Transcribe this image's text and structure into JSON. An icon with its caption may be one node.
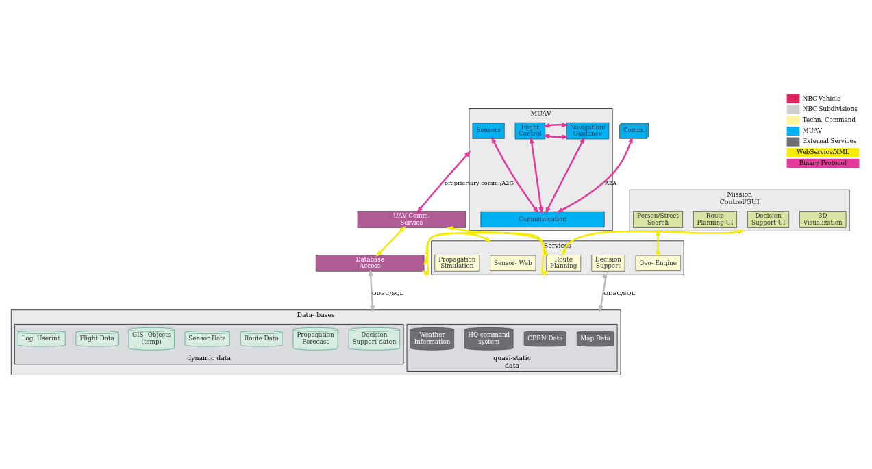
{
  "diagram": {
    "nodes": [
      {
        "text": [
          "MUAV"
        ]
      },
      {
        "text": [
          "Sensors"
        ],
        "in": 0
      },
      {
        "text": [
          "Navigation/ Guidance"
        ],
        "in": 0
      },
      {
        "text": [
          "Flight Control"
        ],
        "in": 0
      },
      {
        "text": [
          "Communication"
        ],
        "in": 0
      },
      {
        "text": [
          "Comm."
        ]
      },
      {
        "text": [
          "UAV Comm. Service"
        ]
      },
      {
        "text": [
          "Database Access"
        ]
      },
      {
        "text": [
          "Mission Control/GUI"
        ]
      },
      {
        "text": [
          "3D Visualization"
        ],
        "in": 8
      },
      {
        "text": [
          "Decision Support UI"
        ],
        "in": 8
      },
      {
        "text": [
          "Route Planning UI"
        ],
        "in": 8
      },
      {
        "text": [
          "Person/Street Search"
        ],
        "in": 8
      },
      {
        "text": [
          "Services"
        ]
      },
      {
        "text": [
          "Route Planning"
        ],
        "in": 13
      },
      {
        "text": [
          "Decision Support"
        ],
        "in": 13
      },
      {
        "text": [
          "Geo- Engine"
        ],
        "in": 13
      },
      {
        "text": [
          "Sensor- Web"
        ],
        "in": 13
      },
      {
        "text": [
          "Propagation Simulation"
        ],
        "in": 13
      },
      {
        "text": [
          "Data- bases"
        ]
      },
      {
        "text": [
          "dynamic data"
        ],
        "in": 19
      },
      {
        "text": [
          "Decision Support daten"
        ],
        "in": 20
      },
      {
        "text": [
          "Propagation Forecast"
        ],
        "in": 20
      },
      {
        "text": [
          "Route Data"
        ],
        "in": 20
      },
      {
        "text": [
          "Sensor Data"
        ],
        "in": 20
      },
      {
        "text": [
          "GIS- Objects (temp)"
        ],
        "in": 20
      },
      {
        "text": [
          "Flight Data"
        ],
        "in": 20
      },
      {
        "text": [
          "Log. Userint."
        ],
        "in": 20
      },
      {
        "text": [
          "quasi-static data"
        ],
        "in": 19
      },
      {
        "text": [
          "Map Data"
        ],
        "in": 28
      },
      {
        "text": [
          "CBRN Data"
        ],
        "in": 28
      },
      {
        "text": [
          "HQ command system"
        ],
        "in": 28
      },
      {
        "text": [
          "Weather Information"
        ],
        "in": 28
      }
    ],
    "edges": [
      {
        "from": 1,
        "to": 4,
        "arrow": "both"
      },
      {
        "from": 2,
        "to": 4,
        "arrow": "both"
      },
      {
        "from": 3,
        "to": 4,
        "arrow": "both"
      },
      {
        "from": 2,
        "to": 3,
        "arrow": "both"
      },
      {
        "from": 2,
        "to": 3,
        "arrow": "both"
      },
      {
        "from": 5,
        "to": 4,
        "arrow": "both",
        "label": "A2A"
      },
      {
        "from": 0,
        "to": 6,
        "arrow": "both",
        "label": "propriertary comm./A2G"
      },
      {
        "from": 6,
        "to": 7,
        "arrow": "both",
        "color": "#f5ec00"
      },
      {
        "from": 6,
        "to": 14,
        "arrow": "both",
        "color": "#f5ec00"
      },
      {
        "from": 14,
        "to": 8,
        "arrow": "both",
        "color": "#f5ec00"
      },
      {
        "from": 14,
        "to": 7,
        "arrow": "both",
        "color": "#f5ec00"
      },
      {
        "from": 7,
        "to": 13,
        "arrow": "both",
        "color": "#f5ec00"
      },
      {
        "from": 8,
        "to": 16,
        "arrow": "both",
        "color": "#f5ec00"
      },
      {
        "from": 7,
        "to": 19,
        "arrow": "both",
        "label": "ODBC/SQL",
        "color": "#bbbbbb"
      },
      {
        "from": 13,
        "to": 19,
        "arrow": "both",
        "label": "ODBC/SQL",
        "color": "#bbbbbb"
      }
    ],
    "legend": [
      {
        "text": "NBC-Vehicle",
        "color": "#e0245e"
      },
      {
        "text": "NBC Subdivisions",
        "color": "#d0d0d0"
      },
      {
        "text": "Techn. Command",
        "color": "#fff59d"
      },
      {
        "text": "MUAV",
        "color": "#00b0f0"
      },
      {
        "text": "External Services",
        "color": "#6d6e71"
      },
      {
        "text": "WebService/XML"
      },
      {
        "text": "Binary Protocol"
      }
    ]
  }
}
